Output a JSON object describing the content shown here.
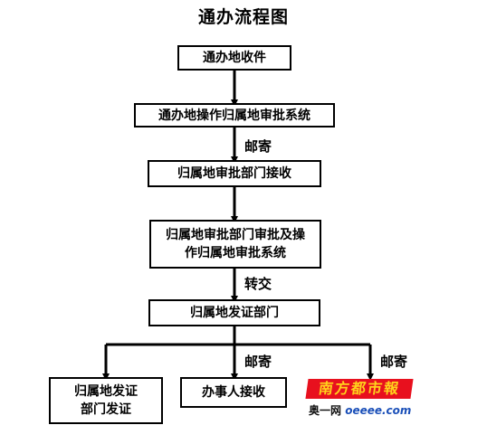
{
  "title": "通办流程图",
  "nodes": {
    "receive": "通办地收件",
    "operate": "通办地操作归属地审批系统",
    "dept_receive": "归属地审批部门接收",
    "dept_approve_line1": "归属地审批部门审批及操",
    "dept_approve_line2": "作归属地审批系统",
    "issuing_dept": "归属地发证部门",
    "local_issue_line1": "归属地发证",
    "local_issue_line2": "部门发证",
    "applicant": "办事人接收"
  },
  "edge_labels": {
    "mail_1": "邮寄",
    "transfer": "转交",
    "mail_2": "邮寄",
    "mail_3": "邮寄"
  },
  "watermark": {
    "brand": "南方都市報",
    "site_prefix": "奥一网",
    "site_url": "oeeee.com"
  }
}
